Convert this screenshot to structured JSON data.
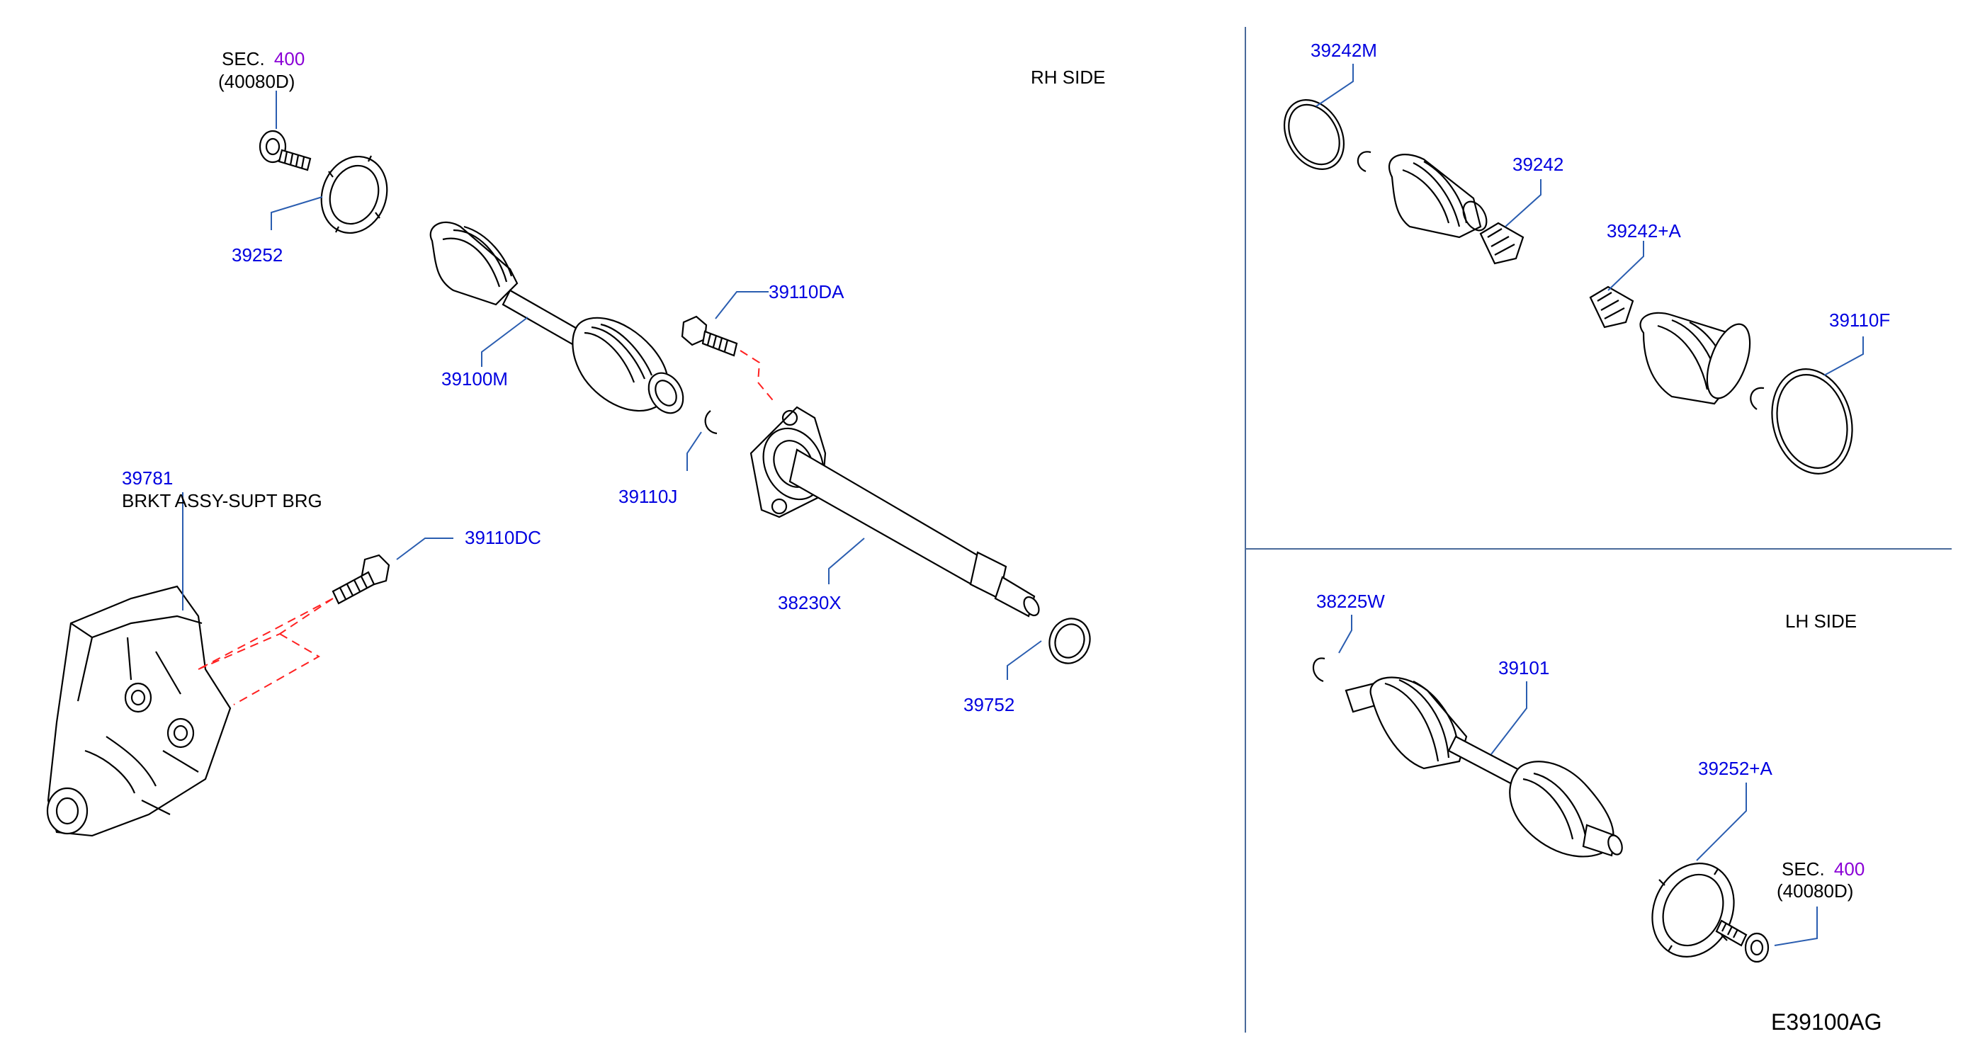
{
  "rh_side": {
    "title": "RH   SIDE",
    "sec_top": {
      "sec": "SEC.",
      "num": "400",
      "sub": "(40080D)"
    },
    "parts": {
      "p39252": "39252",
      "p39100M": "39100M",
      "p39110DA": "39110DA",
      "p39110J": "39110J",
      "p38230X": "38230X",
      "p39752": "39752",
      "p39781": "39781",
      "p39781_desc": "BRKT   ASSY-SUPT   BRG",
      "p39110DC": "39110DC"
    }
  },
  "boot_kit": {
    "parts": {
      "p39242M": "39242M",
      "p39242": "39242",
      "p39242A": "39242+A",
      "p39110F": "39110F"
    }
  },
  "lh_side": {
    "title": "LH   SIDE",
    "parts": {
      "p38225W": "38225W",
      "p39101": "39101",
      "p39252A": "39252+A"
    },
    "sec_bottom": {
      "sec": "SEC.",
      "num": "400",
      "sub": "(40080D)"
    }
  },
  "diagram_code": "E39100AG",
  "colors": {
    "label": "#0000e0",
    "sec_ref": "#8a00d6",
    "leader": "#2a5db0",
    "dashed": "#ff2020"
  }
}
